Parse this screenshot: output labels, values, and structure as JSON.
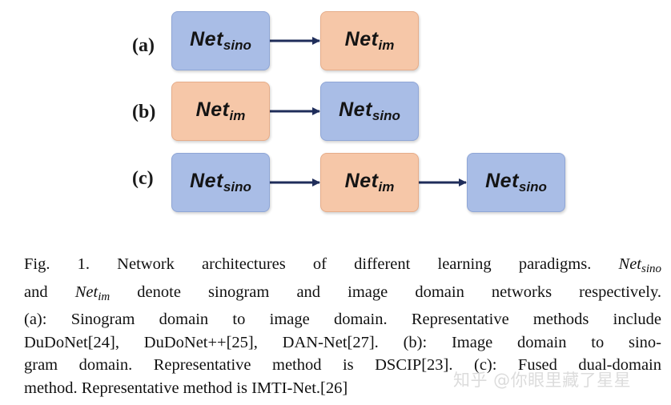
{
  "diagram": {
    "rows": [
      {
        "label": "(a)",
        "boxes": [
          {
            "base": "Net",
            "sub": "sino",
            "color": "blue"
          },
          {
            "base": "Net",
            "sub": "im",
            "color": "peach"
          }
        ]
      },
      {
        "label": "(b)",
        "boxes": [
          {
            "base": "Net",
            "sub": "im",
            "color": "peach"
          },
          {
            "base": "Net",
            "sub": "sino",
            "color": "blue"
          }
        ]
      },
      {
        "label": "(c)",
        "boxes": [
          {
            "base": "Net",
            "sub": "sino",
            "color": "blue"
          },
          {
            "base": "Net",
            "sub": "im",
            "color": "peach"
          },
          {
            "base": "Net",
            "sub": "sino",
            "color": "blue"
          }
        ]
      }
    ],
    "colors": {
      "blue": "#a9bde6",
      "peach": "#f6c7a8",
      "arrow": "#1f2d5a"
    }
  },
  "caption": {
    "line1_prefix": "Fig. 1.  Network architectures of different learning paradigms.",
    "math_sino": {
      "base": "Net",
      "sub": "sino"
    },
    "math_im": {
      "base": "Net",
      "sub": "im"
    },
    "line2_prefix": "and",
    "line2_suffix": "denote sinogram and image domain networks respectively.",
    "line3": "(a): Sinogram domain to image domain. Representative methods include",
    "line4": "DuDoNet[24], DuDoNet++[25], DAN-Net[27]. (b): Image domain to sino-",
    "line5": "gram domain. Representative method is DSCIP[23]. (c): Fused dual-domain",
    "line6": "method. Representative method is IMTI-Net.[26]"
  },
  "watermark": "知乎 @你眼里藏了星星"
}
